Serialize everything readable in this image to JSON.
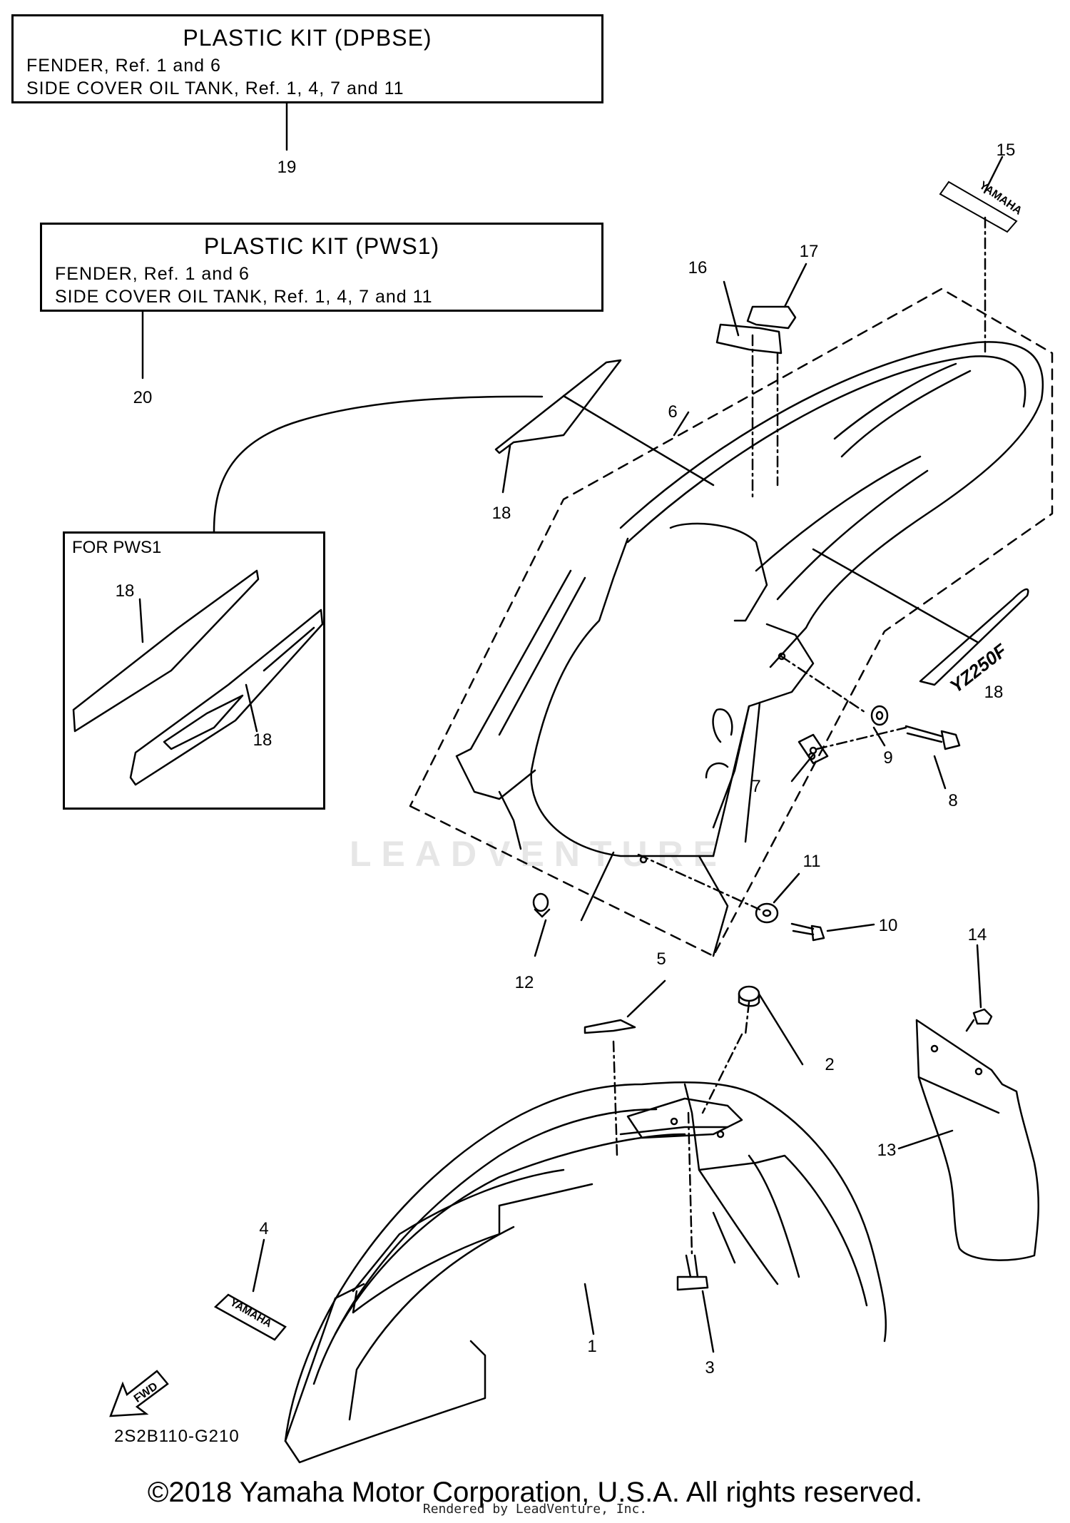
{
  "kits": [
    {
      "title": "PLASTIC KIT (DPBSE)",
      "lines": [
        "FENDER, Ref. 1 and 6",
        "SIDE COVER OIL TANK, Ref. 1, 4, 7 and 11"
      ],
      "ref": "19"
    },
    {
      "title": "PLASTIC KIT (PWS1)",
      "lines": [
        "FENDER, Ref. 1 and 6",
        "SIDE COVER OIL TANK, Ref. 1, 4, 7 and 11"
      ],
      "ref": "20"
    }
  ],
  "inset": {
    "title": "FOR PWS1"
  },
  "callouts": [
    "1",
    "2",
    "3",
    "4",
    "5",
    "6",
    "7",
    "8",
    "9",
    "10",
    "11",
    "12",
    "13",
    "14",
    "15",
    "16",
    "17",
    "18"
  ],
  "decals": {
    "yamaha": "YAMAHA",
    "model": "YZ250F",
    "fwd": "FWD"
  },
  "diagram_code": "2S2B110-G210",
  "watermark": "LEADVENTURE",
  "copyright": "©2018 Yamaha Motor Corporation, U.S.A. All rights reserved.",
  "rendered_by": "Rendered by LeadVenture, Inc."
}
